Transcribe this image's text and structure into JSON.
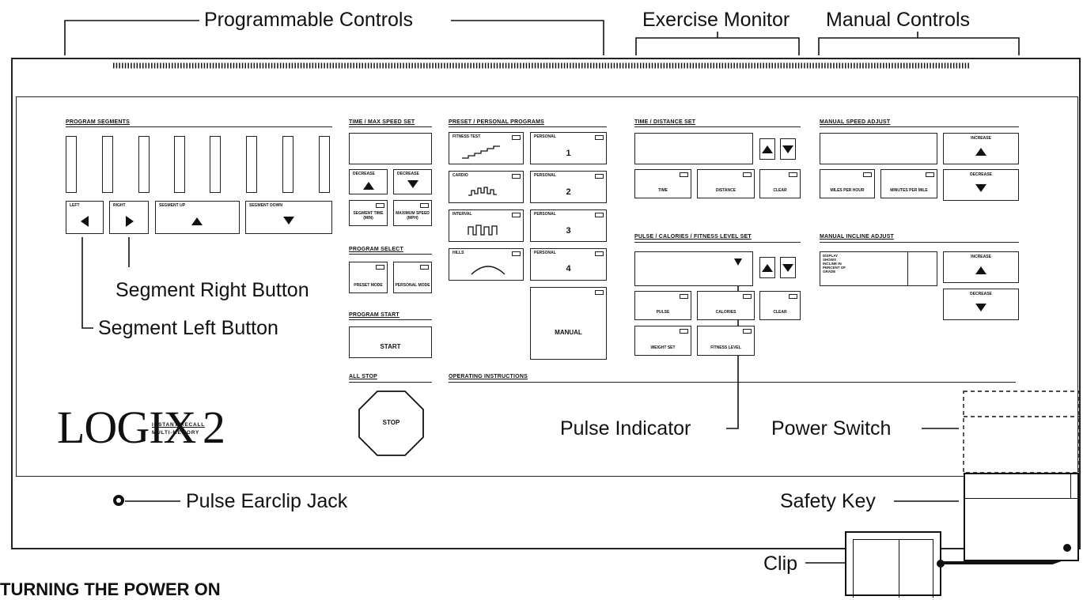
{
  "callouts": {
    "programmable_controls": "Programmable Controls",
    "exercise_monitor": "Exercise Monitor",
    "manual_controls": "Manual Controls",
    "segment_right_button": "Segment Right Button",
    "segment_left_button": "Segment Left Button",
    "pulse_indicator": "Pulse Indicator",
    "power_switch": "Power Switch",
    "pulse_earclip_jack": "Pulse Earclip Jack",
    "safety_key": "Safety Key",
    "clip": "Clip"
  },
  "sections": {
    "program_segments": "PROGRAM SEGMENTS",
    "time_max_speed_set": "TIME / MAX SPEED SET",
    "preset_personal_programs": "PRESET / PERSONAL PROGRAMS",
    "time_distance_set": "TIME / DISTANCE SET",
    "manual_speed_adjust": "MANUAL SPEED ADJUST",
    "pulse_calories_fitness": "PULSE / CALORIES / FITNESS LEVEL SET",
    "manual_incline_adjust": "MANUAL INCLINE ADJUST",
    "program_select": "PROGRAM SELECT",
    "program_start": "PROGRAM START",
    "all_stop": "ALL STOP",
    "operating_instructions": "OPERATING INSTRUCTIONS"
  },
  "segment_buttons": {
    "left": "LEFT",
    "right": "RIGHT",
    "segment_up": "SEGMENT UP",
    "segment_down": "SEGMENT DOWN"
  },
  "time_max_speed": {
    "decrease_left": "DECREASE",
    "decrease_right": "DECREASE",
    "segment_time": "SEGMENT TIME (MIN)",
    "maximum_speed": "MAXIMUM SPEED (MPH)"
  },
  "program_select": {
    "preset_btn": "PRESET MODE",
    "personal_btn": "PERSONAL MODE"
  },
  "program_start": {
    "start": "START"
  },
  "all_stop": {
    "stop": "STOP"
  },
  "preset_programs": [
    {
      "caption": "FITNESS TEST"
    },
    {
      "caption": "CARDIO"
    },
    {
      "caption": "INTERVAL"
    },
    {
      "caption": "HILLS"
    }
  ],
  "personal_programs": [
    {
      "caption": "PERSONAL",
      "number": "1"
    },
    {
      "caption": "PERSONAL",
      "number": "2"
    },
    {
      "caption": "PERSONAL",
      "number": "3"
    },
    {
      "caption": "PERSONAL",
      "number": "4"
    }
  ],
  "manual_button": "MANUAL",
  "time_distance": {
    "time": "TIME",
    "distance": "DISTANCE",
    "clear": "CLEAR"
  },
  "manual_speed": {
    "increase": "INCREASE",
    "decrease": "DECREASE",
    "miles_per_hour": "MILES PER HOUR",
    "minutes_per_mile": "MINUTES PER MILE"
  },
  "pulse_set": {
    "pulse": "PULSE",
    "calories": "CALORIES",
    "clear": "CLEAR",
    "weight_set": "WEIGHT SET",
    "fitness_level": "FITNESS LEVEL"
  },
  "manual_incline": {
    "display_text": "DISPLAY SHOWS INCLINE IN PERCENT OF GRADE",
    "increase": "INCREASE",
    "decrease": "DECREASE"
  },
  "logo": {
    "main": "LOGIX",
    "line1": "INSTANT RECALL",
    "line2": "MULTI-MEMORY",
    "number": "2"
  },
  "footer_heading": "TURNING THE POWER ON"
}
